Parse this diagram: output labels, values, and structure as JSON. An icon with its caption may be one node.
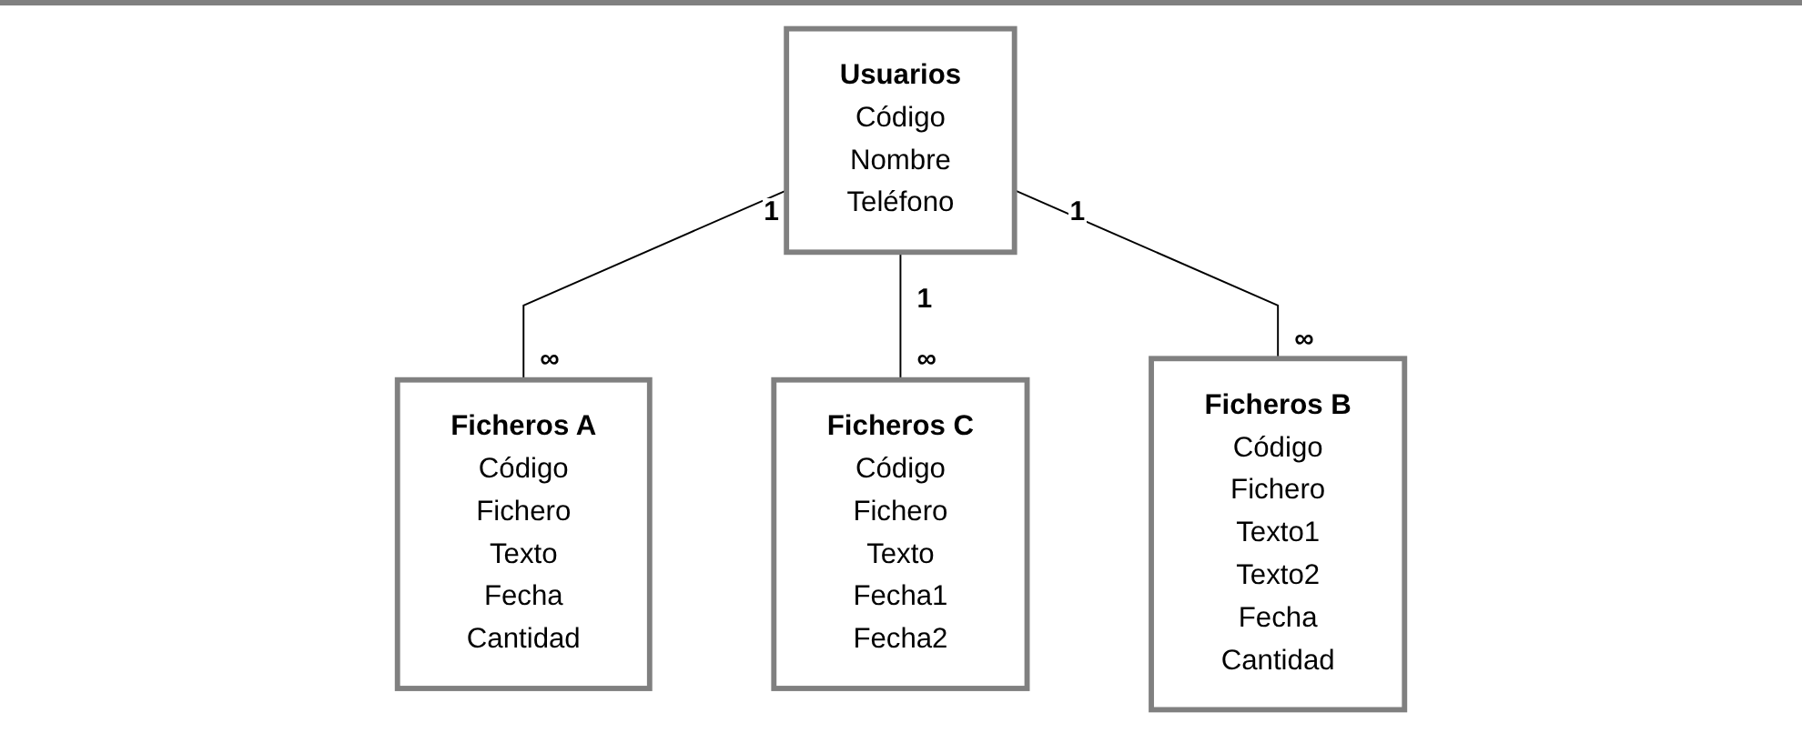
{
  "diagram": {
    "nodes": [
      {
        "text": [
          "Usuarios",
          "Código",
          "Nombre",
          "Teléfono"
        ]
      },
      {
        "text": [
          "Ficheros A",
          "Código",
          "Fichero",
          "Texto",
          "Fecha",
          "Cantidad"
        ]
      },
      {
        "text": [
          "Ficheros C",
          "Código",
          "Fichero",
          "Texto",
          "Fecha1",
          "Fecha2"
        ]
      },
      {
        "text": [
          "Ficheros B",
          "Código",
          "Fichero",
          "Texto1",
          "Texto2",
          "Fecha",
          "Cantidad"
        ]
      }
    ],
    "edges": [
      {
        "from": 0,
        "to": 1,
        "arrow": "none"
      },
      {
        "from": 0,
        "to": 2,
        "arrow": "none"
      },
      {
        "from": 0,
        "to": 3,
        "arrow": "none"
      }
    ],
    "labels": [
      "1",
      "∞",
      "1",
      "∞",
      "1",
      "∞"
    ]
  }
}
